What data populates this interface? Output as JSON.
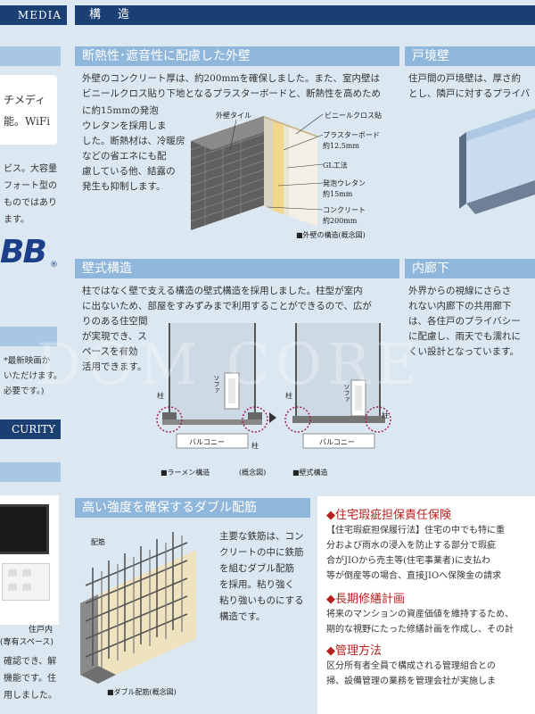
{
  "left": {
    "media_header": "MEDIA",
    "media_text_1": "チメディ",
    "media_text_2": "能。WiFi",
    "media_body": [
      "ビス。大容量",
      "フォート型の",
      "ものではあり",
      "ます。"
    ],
    "logo": "BB",
    "note": [
      "*最新映画か",
      "いただけます。",
      "必要です。)"
    ],
    "security_header": "CURITY",
    "caption": "住戸内",
    "caption2": "(専有スペース)",
    "security_body": [
      "確認でき、解",
      "機能です。住",
      "用しました。"
    ]
  },
  "header": {
    "title": "構　造"
  },
  "wall": {
    "title": "断熱性･遮音性に配慮した外壁",
    "text_full": [
      "外壁のコンクリート厚は、約200mmを確保しました。また、室内壁は",
      "ビニールクロス貼り下地となるプラスターボードと、断熱性を高めため"
    ],
    "text_narrow": [
      "に約15mmの発泡",
      "ウレタンを採用しま",
      "した。断熱材は、冷暖房",
      "などの省エネにも配",
      "慮している他、結露の",
      "発生も抑制します。"
    ],
    "labels": {
      "tile": "外壁タイル",
      "cloth": "ビニールクロス貼",
      "board": "プラスターボード",
      "board_size": "約12.5mm",
      "gl": "GL工法",
      "urethane": "発泡ウレタン",
      "urethane_size": "約15mm",
      "concrete": "コンクリート",
      "concrete_size": "約200mm"
    },
    "caption": "■外壁の構造(概念図)"
  },
  "boundary": {
    "title": "戸境壁",
    "text": [
      "住戸間の戸境壁は、厚さ約",
      "とし、隣戸に対するプライバ"
    ]
  },
  "structure": {
    "title": "壁式構造",
    "text_full": [
      "柱ではなく壁で支える構造の壁式構造を採用しました。柱型が室内",
      "に出ないため、部屋をすみずみまで利用することができるので、広が"
    ],
    "text_narrow": [
      "りのある住空間",
      "が実現でき、ス",
      "ペースを有効",
      "活用できます。"
    ],
    "labels": {
      "pillar": "柱",
      "sofa": "ソファ",
      "balcony": "バルコニー"
    },
    "caption_left": "■ラーメン構造",
    "caption_mid": "(概念図)",
    "caption_right": "■壁式構造"
  },
  "corridor": {
    "title": "内廊下",
    "text": [
      "外界からの視線にさらさ",
      "れない内廊下の共用廊下",
      "は、各住戸のプライバシー",
      "に配慮し、雨天でも濡れに",
      "くい設計となっています。"
    ]
  },
  "rebar": {
    "title": "高い強度を確保するダブル配筋",
    "label": "配筋",
    "text": [
      "主要な鉄筋は、コン",
      "クリートの中に鉄筋",
      "を組むダブル配筋",
      "を採用。粘り強く",
      "粘り強いものにする",
      "構造です。"
    ],
    "caption": "■ダブル配筋(概念図)"
  },
  "info": {
    "h1": "◆住宅瑕疵担保責任保険",
    "p1": [
      "【住宅瑕疵担保履行法】住宅の中でも特に重",
      "分および雨水の浸入を防止する部分で瑕疵",
      "合がJIOから売主等(住宅事業者)に支払わ",
      "等が倒産等の場合、直接JIOへ保険金の請求"
    ],
    "h2": "◆長期修繕計画",
    "p2": [
      "将来のマンションの資産価値を維持するため、",
      "期的な視野にたった修繕計画を作成し、その計"
    ],
    "h3": "◆管理方法",
    "p3": [
      "区分所有者全員で構成される管理組合との",
      "掃、設備管理の業務を管理会社が実施しま"
    ]
  },
  "watermark": "DOM CORE"
}
